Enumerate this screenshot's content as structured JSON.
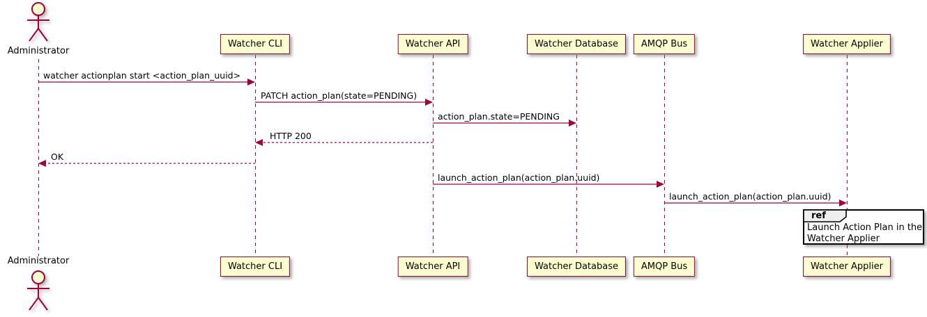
{
  "colors": {
    "accent": "#A80036",
    "participant_fill": "#FEFECE",
    "ref_header_fill": "#EEEEEE",
    "text": "#000000"
  },
  "actor": {
    "name": "Administrator"
  },
  "participants": [
    {
      "label": "Watcher CLI"
    },
    {
      "label": "Watcher API"
    },
    {
      "label": "Watcher Database"
    },
    {
      "label": "AMQP Bus"
    },
    {
      "label": "Watcher Applier"
    }
  ],
  "messages": [
    {
      "label": "watcher actionplan start <action_plan_uuid>",
      "from": "Administrator",
      "to": "Watcher CLI",
      "style": "solid"
    },
    {
      "label": "PATCH action_plan(state=PENDING)",
      "from": "Watcher CLI",
      "to": "Watcher API",
      "style": "solid"
    },
    {
      "label": "action_plan.state=PENDING",
      "from": "Watcher API",
      "to": "Watcher Database",
      "style": "solid"
    },
    {
      "label": "HTTP 200",
      "from": "Watcher API",
      "to": "Watcher CLI",
      "style": "dashed"
    },
    {
      "label": "OK",
      "from": "Watcher CLI",
      "to": "Administrator",
      "style": "dashed"
    },
    {
      "label": "launch_action_plan(action_plan.uuid)",
      "from": "Watcher API",
      "to": "AMQP Bus",
      "style": "solid"
    },
    {
      "label": "launch_action_plan(action_plan.uuid)",
      "from": "AMQP Bus",
      "to": "Watcher Applier",
      "style": "solid"
    }
  ],
  "ref": {
    "keyword": "ref",
    "lines": [
      "Launch Action Plan in the",
      "Watcher Applier"
    ]
  }
}
